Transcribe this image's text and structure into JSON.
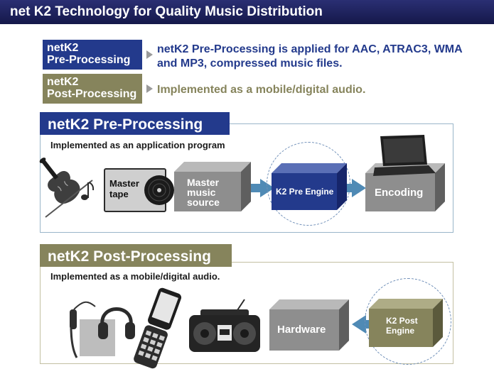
{
  "title": "net K2 Technology for Quality Music Distribution",
  "legend": {
    "pre": {
      "label_line1": "netK2",
      "label_line2": "Pre-Processing",
      "description": "netK2 Pre-Processing is applied for AAC, ATRAC3, WMA and MP3, compressed music files."
    },
    "post": {
      "label_line1": "netK2",
      "label_line2": "Post-Processing",
      "description": "Implemented as a mobile/digital audio."
    }
  },
  "pre_section": {
    "title": "netK2 Pre-Processing",
    "subtitle": "Implemented as an application program",
    "master_tape_line1": "Master",
    "master_tape_line2": "tape",
    "master_source_line1": "Master",
    "master_source_line2": "music",
    "master_source_line3": "source",
    "engine": "K2 Pre Engine",
    "encoding": "Encoding"
  },
  "post_section": {
    "title": "netK2 Post-Processing",
    "subtitle": "Implemented as a mobile/digital audio.",
    "hardware": "Hardware",
    "engine_line1": "K2 Post",
    "engine_line2": "Engine"
  },
  "colors": {
    "pre_blue": "#233a8c",
    "post_olive": "#86845c",
    "arrow_blue": "#4f8ab5",
    "box_gray": "#8e8e8e"
  },
  "icons": [
    "violin-icon",
    "music-note-icon",
    "tape-reel-icon",
    "laptop-icon",
    "headphones-icon",
    "portable-player-icon",
    "mobile-phone-icon",
    "boombox-icon"
  ]
}
